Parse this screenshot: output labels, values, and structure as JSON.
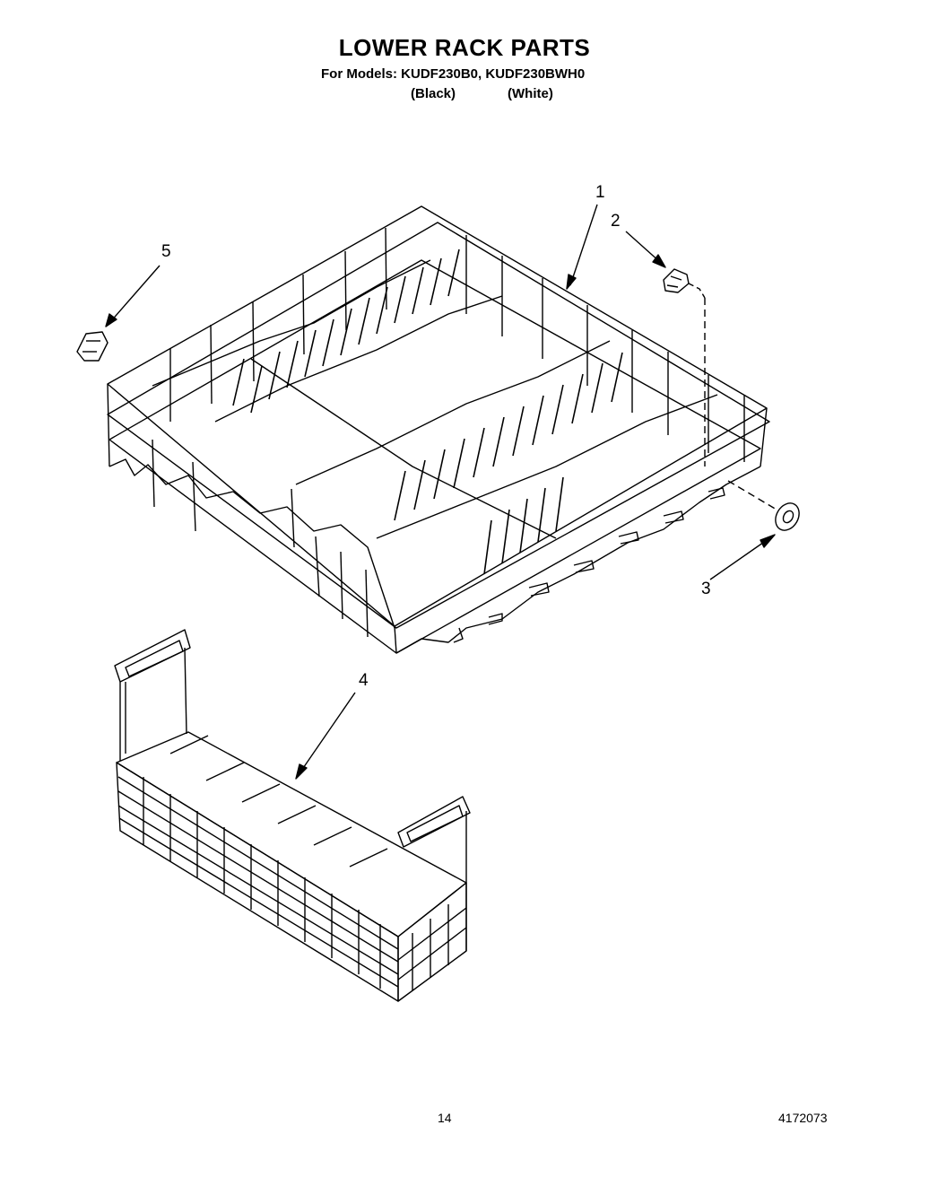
{
  "header": {
    "title": "LOWER RACK PARTS",
    "models_line": "For Models: KUDF230B0, KUDF230BWH0",
    "variant_black": "(Black)",
    "variant_white": "(White)"
  },
  "callouts": [
    "1",
    "2",
    "3",
    "4",
    "5"
  ],
  "footer": {
    "page_number": "14",
    "doc_number": "4172073"
  }
}
